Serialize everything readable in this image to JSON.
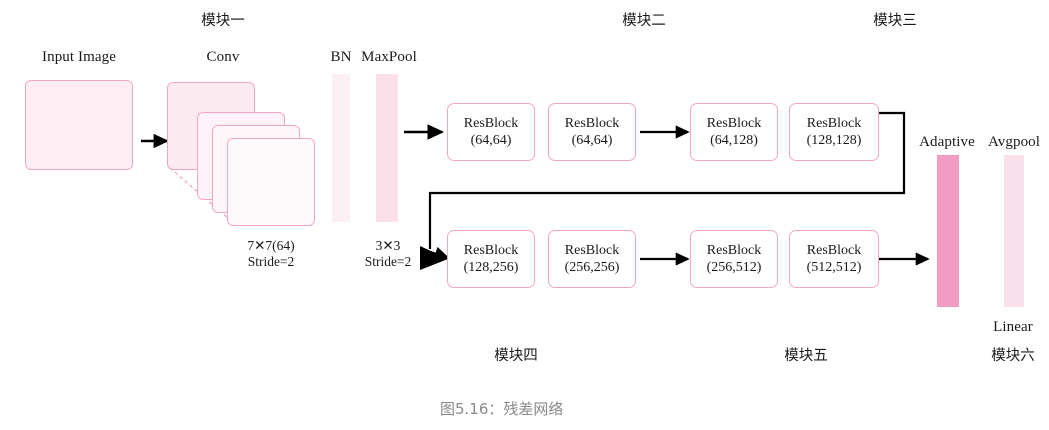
{
  "figure": {
    "caption": "图5.16：残差网络",
    "caption_color": "#8a8a8a"
  },
  "palette": {
    "border_pink": "#f2a8c4",
    "fill_pale": "#fdeef4",
    "fill_light": "#fbdfe9",
    "fill_lighter": "#fdf2f6",
    "fill_white_pink": "#fefafc",
    "bar_bn": "#fceff4",
    "bar_maxpool": "#fbdfe9",
    "bar_adaptive": "#f29cc4",
    "bar_avgpool": "#fae0ea",
    "arrow_black": "#000000",
    "dashed_pink": "#f4a8c4"
  },
  "stage_labels": {
    "module_1": "模块一",
    "module_2": "模块二",
    "module_3": "模块三",
    "module_4": "模块四",
    "module_5": "模块五",
    "module_6": "模块六"
  },
  "layers": {
    "input_image": "Input Image",
    "conv": "Conv",
    "conv_note_line1": "7✕7(64)",
    "conv_note_kernel": "7",
    "conv_note_kernel2": "7(64)",
    "conv_note_line2": "Stride=2",
    "bn": "BN",
    "maxpool": "MaxPool",
    "maxpool_note_line1": "3✕3",
    "maxpool_note_kernel": "3",
    "maxpool_note_kernel2": "3",
    "maxpool_note_line2": "Stride=2",
    "adaptive": "Adaptive",
    "avgpool": "Avgpool",
    "linear": "Linear"
  },
  "resblocks": {
    "name": "ResBlock",
    "top_row": [
      {
        "dims": "(64,64)"
      },
      {
        "dims": "(64,64)"
      },
      {
        "dims": "(64,128)"
      },
      {
        "dims": "(128,128)"
      }
    ],
    "bottom_row": [
      {
        "dims": "(128,256)"
      },
      {
        "dims": "(256,256)"
      },
      {
        "dims": "(256,512)"
      },
      {
        "dims": "(512,512)"
      }
    ]
  }
}
